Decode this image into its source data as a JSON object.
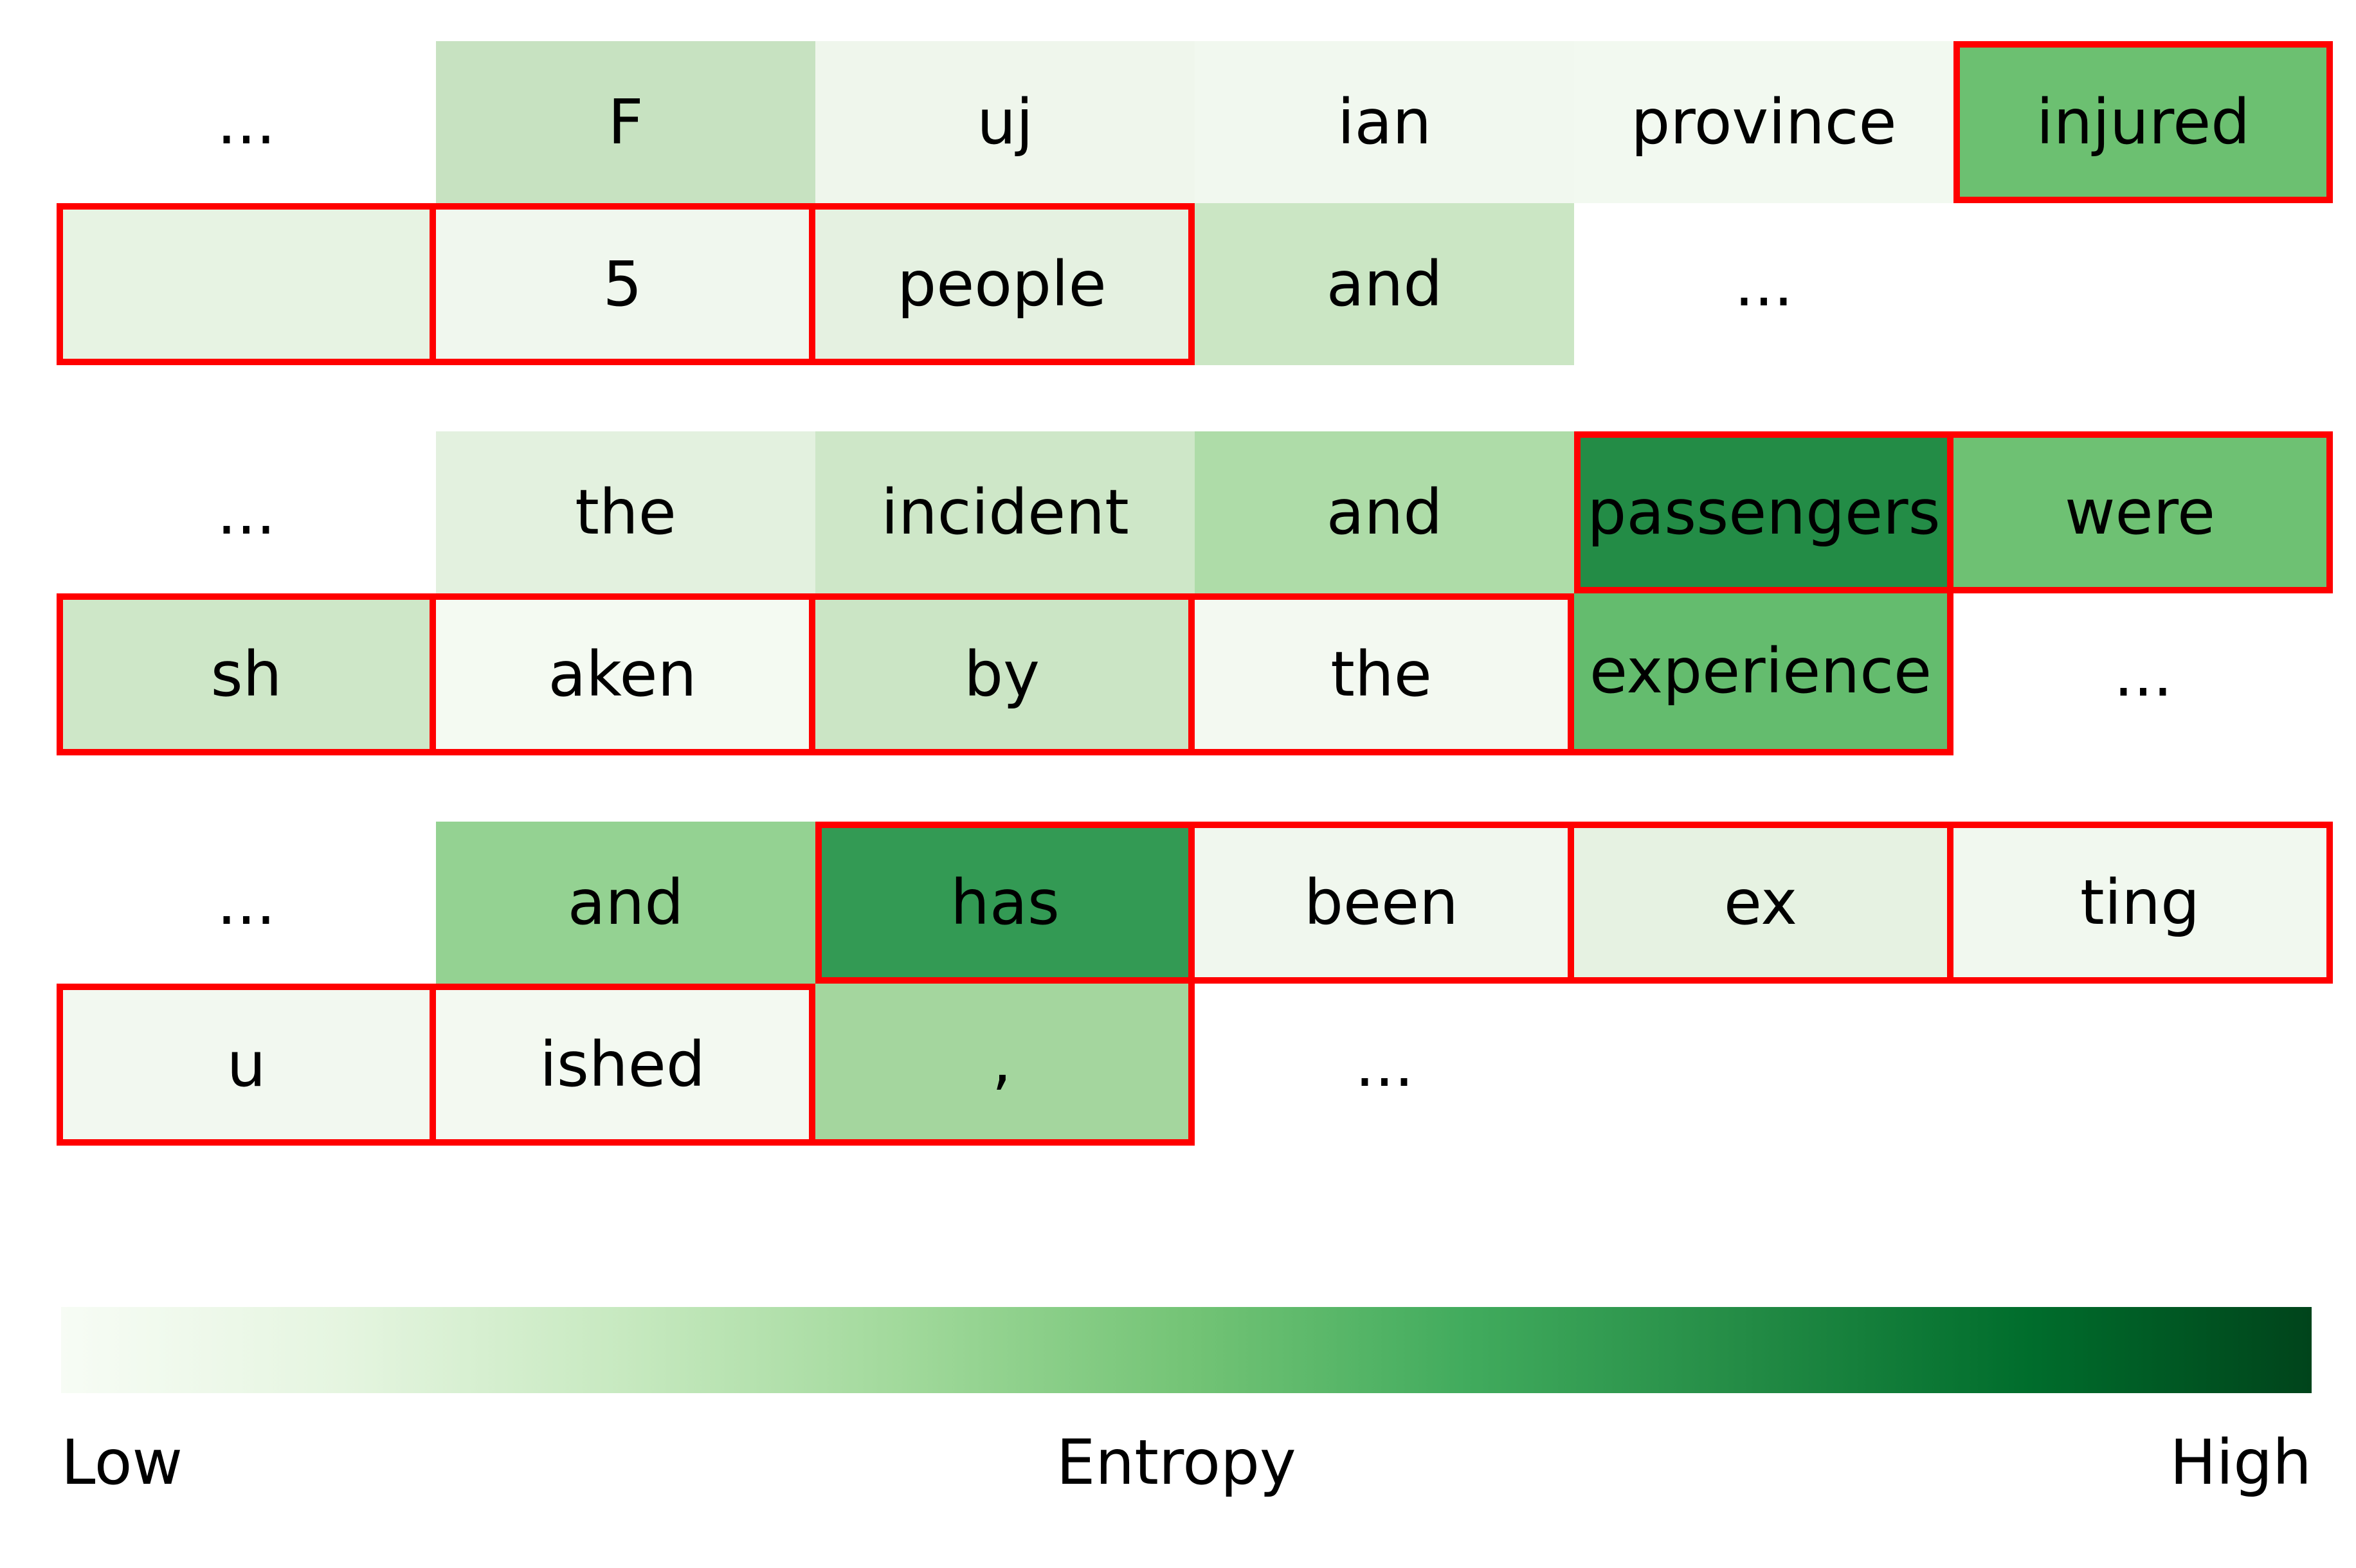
{
  "chart_data": {
    "type": "heatmap",
    "title": "",
    "colormap": "Greens",
    "description": "Token-level entropy heatmap over three generated-text snippets; red rectangles mark highlighted token spans",
    "highlight_border_color": "#ff0000",
    "rows": [
      {
        "cells": [
          {
            "label": "...",
            "color": null,
            "highlighted": false,
            "entropy": null
          },
          {
            "label": "F",
            "color": "#c7e2c1",
            "highlighted": false,
            "entropy": 0.22
          },
          {
            "label": "uj",
            "color": "#eff6ec",
            "highlighted": false,
            "entropy": 0.03
          },
          {
            "label": "ian",
            "color": "#f1f8ef",
            "highlighted": false,
            "entropy": 0.02
          },
          {
            "label": "province",
            "color": "#f2f9f0",
            "highlighted": false,
            "entropy": 0.02
          },
          {
            "label": "injured",
            "color": "#6cc071",
            "highlighted": true,
            "entropy": 0.55
          }
        ]
      },
      {
        "cells": [
          {
            "label": "",
            "color": "#e7f3e3",
            "highlighted": true,
            "entropy": 0.08
          },
          {
            "label": "5",
            "color": "#f0f7ee",
            "highlighted": true,
            "entropy": 0.03
          },
          {
            "label": "people",
            "color": "#e5f1e1",
            "highlighted": true,
            "entropy": 0.09
          },
          {
            "label": "and",
            "color": "#cbe6c4",
            "highlighted": false,
            "entropy": 0.2
          },
          {
            "label": "...",
            "color": null,
            "highlighted": false,
            "entropy": null
          }
        ]
      },
      {
        "cells": [
          {
            "label": "...",
            "color": null,
            "highlighted": false,
            "entropy": null
          },
          {
            "label": "the",
            "color": "#e3f1df",
            "highlighted": false,
            "entropy": 0.1
          },
          {
            "label": "incident",
            "color": "#cee7c8",
            "highlighted": false,
            "entropy": 0.2
          },
          {
            "label": "and",
            "color": "#aedca8",
            "highlighted": false,
            "entropy": 0.32
          },
          {
            "label": "passengers",
            "color": "#238c46",
            "highlighted": true,
            "entropy": 0.75
          },
          {
            "label": "were",
            "color": "#6ec173",
            "highlighted": true,
            "entropy": 0.55
          }
        ]
      },
      {
        "cells": [
          {
            "label": "sh",
            "color": "#cee7c8",
            "highlighted": true,
            "entropy": 0.2
          },
          {
            "label": "aken",
            "color": "#f4faf2",
            "highlighted": true,
            "entropy": 0.01
          },
          {
            "label": "by",
            "color": "#cbe5c5",
            "highlighted": true,
            "entropy": 0.2
          },
          {
            "label": "the",
            "color": "#f3f9f1",
            "highlighted": true,
            "entropy": 0.02
          },
          {
            "label": "experience",
            "color": "#64bc6e",
            "highlighted": true,
            "entropy": 0.57
          },
          {
            "label": "...",
            "color": null,
            "highlighted": false,
            "entropy": null
          }
        ]
      },
      {
        "cells": [
          {
            "label": "...",
            "color": null,
            "highlighted": false,
            "entropy": null
          },
          {
            "label": "and",
            "color": "#94d292",
            "highlighted": false,
            "entropy": 0.4
          },
          {
            "label": "has",
            "color": "#339a54",
            "highlighted": true,
            "entropy": 0.68
          },
          {
            "label": "been",
            "color": "#f0f7ee",
            "highlighted": true,
            "entropy": 0.03
          },
          {
            "label": "ex",
            "color": "#e6f2e2",
            "highlighted": true,
            "entropy": 0.08
          },
          {
            "label": "ting",
            "color": "#f1f8ef",
            "highlighted": true,
            "entropy": 0.02
          }
        ]
      },
      {
        "cells": [
          {
            "label": "u",
            "color": "#f2f8f0",
            "highlighted": true,
            "entropy": 0.02
          },
          {
            "label": "ished",
            "color": "#f3f9f1",
            "highlighted": true,
            "entropy": 0.02
          },
          {
            "label": ",",
            "color": "#a4d69e",
            "highlighted": true,
            "entropy": 0.35
          },
          {
            "label": "...",
            "color": null,
            "highlighted": false,
            "entropy": null
          }
        ]
      }
    ],
    "colorbar": {
      "low_label": "Low",
      "axis_label": "Entropy",
      "high_label": "High",
      "gradient_stops": [
        "#f7fcf5",
        "#e5f5e0",
        "#c7e9c0",
        "#a1d99b",
        "#74c476",
        "#41ab5d",
        "#238b45",
        "#006d2c",
        "#00441b"
      ]
    }
  }
}
